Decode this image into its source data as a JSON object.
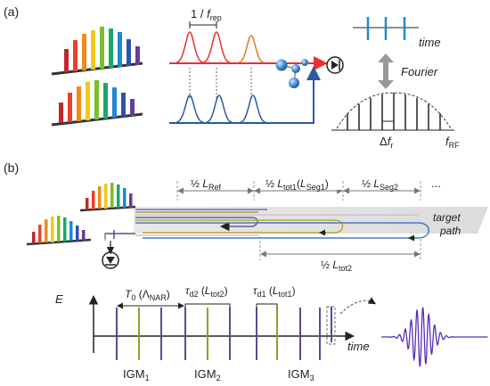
{
  "panel_a": {
    "label": "(a)",
    "rep_label": {
      "prefix": "1 / ",
      "sym": "f",
      "sub": "rep"
    },
    "time_label": "time",
    "fourier_label": "Fourier",
    "delta_label": {
      "prefix": "Δ",
      "sym": "f",
      "sub": "r"
    },
    "rf_label": {
      "sym": "f",
      "sub": "RF"
    },
    "colors": {
      "red": "#e8322e",
      "blue": "#2b5aa0",
      "orange": "#e07b20",
      "cyan": "#1e88d0"
    }
  },
  "panel_b": {
    "label": "(b)",
    "seg_ref": {
      "prefix": "½ ",
      "sym": "L",
      "sub": "Ref"
    },
    "seg_tot1": {
      "prefix": "½ ",
      "sym": "L",
      "sub": "tot1",
      "paren_sym": "L",
      "paren_sub": "Seg1"
    },
    "seg_seg2": {
      "prefix": "½ ",
      "sym": "L",
      "sub": "Seg2"
    },
    "seg_more": "...",
    "target_path": [
      "target",
      "path"
    ],
    "tot2": {
      "prefix": "½ ",
      "sym": "L",
      "sub": "tot2"
    }
  },
  "panel_c": {
    "e_label": "E",
    "t0": {
      "sym": "T",
      "sub": "0",
      "paren": "Λ",
      "paren_sub": "NAR"
    },
    "tau_d2": {
      "sym": "τ",
      "sub": "d2",
      "paren_sym": "L",
      "paren_sub": "tot2"
    },
    "tau_d1": {
      "sym": "τ",
      "sub": "d1",
      "paren_sym": "L",
      "paren_sub": "tot1"
    },
    "time_label": "time",
    "igm": [
      {
        "base": "IGM",
        "sub": "1"
      },
      {
        "base": "IGM",
        "sub": "2"
      },
      {
        "base": "IGM",
        "sub": "3"
      }
    ],
    "colors": {
      "purple": "#5c4a8f",
      "olive": "#9a9a2a",
      "wave": "#5a2db4"
    }
  }
}
